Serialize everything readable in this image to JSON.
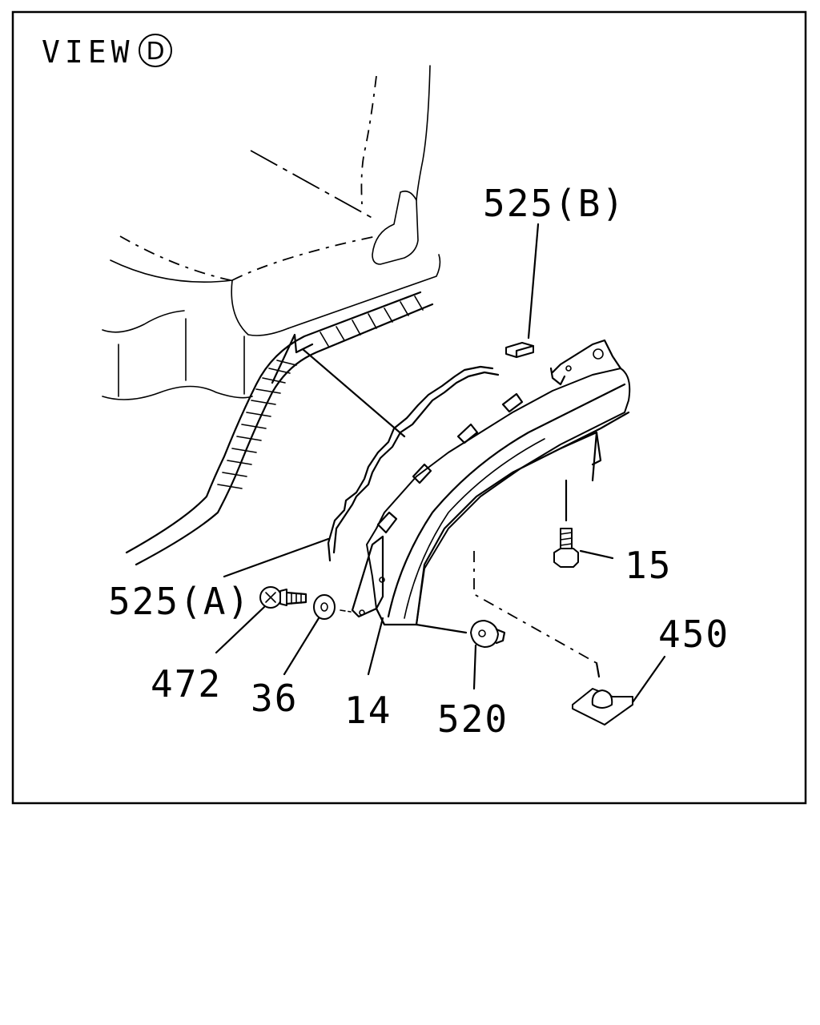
{
  "view": {
    "prefix": "VIEW",
    "marker": "D"
  },
  "callouts": {
    "c525b": "525(B)",
    "c525a": "525(A)",
    "c15": "15",
    "c450": "450",
    "c472": "472",
    "c36": "36",
    "c14": "14",
    "c520": "520"
  }
}
